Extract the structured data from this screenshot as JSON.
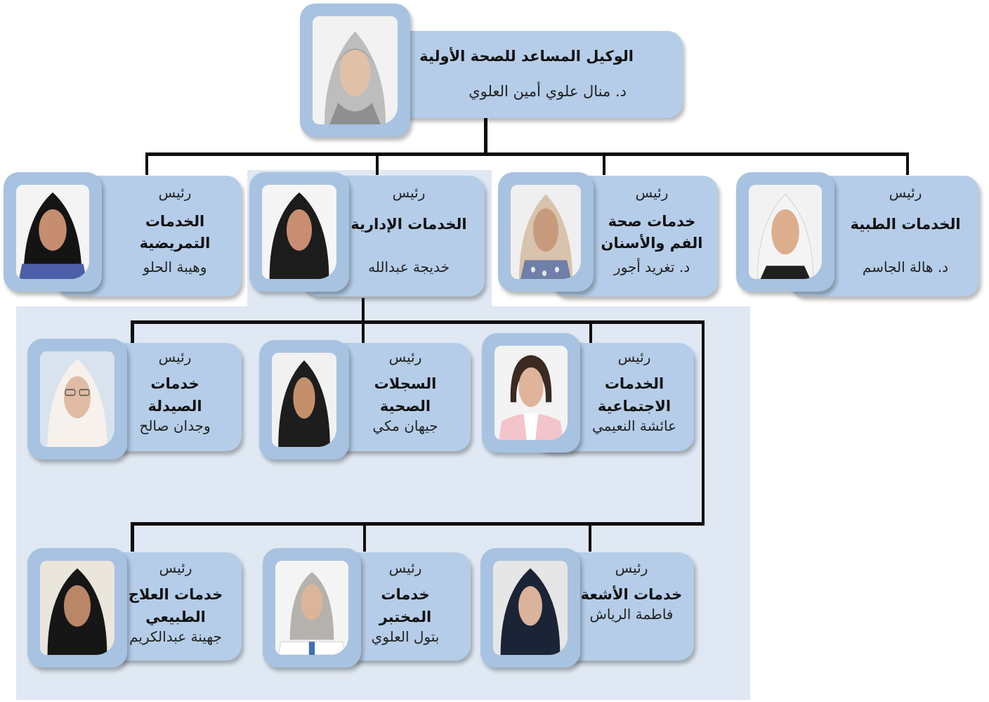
{
  "chart": {
    "top": {
      "title": "الوكيل المساعد للصحة الأولية",
      "name": "د. منال علوي أمين العلوي",
      "photo_icon": "woman-portrait-icon"
    },
    "level1": [
      {
        "role": "رئيس",
        "dept": "الخدمات الطبية",
        "name": "د. هالة الجاسم",
        "scarf": "#f4f4f4",
        "bg": "#f2f2f2"
      },
      {
        "role": "رئيس",
        "dept": "خدمات صحة الفم والأسنان",
        "name": "د. تغريد أجور",
        "scarf": "#d8c3ad",
        "bg": "#efefef"
      },
      {
        "role": "رئيس",
        "dept": "الخدمات الإدارية",
        "name": "خديجة عبدالله",
        "scarf": "#1c1c1c",
        "bg": "#f5f5f5"
      },
      {
        "role": "رئيس",
        "dept": "الخدمات التمريضية",
        "name": "وهيبة الحلو",
        "scarf": "#141414",
        "bg": "#f4f4f4"
      }
    ],
    "level2": [
      {
        "role": "رئيس",
        "dept": "الخدمات الاجتماعية",
        "name": "عائشة النعيمي",
        "scarf": "#3a2a22",
        "bg": "#f3f3f3"
      },
      {
        "role": "رئيس",
        "dept": "السجلات الصحية",
        "name": "جيهان مكي",
        "scarf": "#1d1d1d",
        "bg": "#f1f1f1"
      },
      {
        "role": "رئيس",
        "dept": "خدمات الصيدلة",
        "name": "وجدان صالح",
        "scarf": "#f6f1ec",
        "bg": "#d8e3ee"
      }
    ],
    "level3": [
      {
        "role": "رئيس",
        "dept": "خدمات الأشعة",
        "name": "فاطمة الرياش",
        "scarf": "#1b2336",
        "bg": "#e6e6e6"
      },
      {
        "role": "رئيس",
        "dept": "خدمات المختبر",
        "name": "بتول العلوي",
        "scarf": "#b5b2ad",
        "bg": "#f4f4f4"
      },
      {
        "role": "رئيس",
        "dept": "خدمات العلاج الطبيعي",
        "name": "جهينة عبدالكريم",
        "scarf": "#161616",
        "bg": "#ebe6dc"
      }
    ],
    "colors": {
      "card": "#b5cde8",
      "frame": "#a7c3e1",
      "panel": "#dfe8f3",
      "line": "#0d0d0d"
    }
  }
}
